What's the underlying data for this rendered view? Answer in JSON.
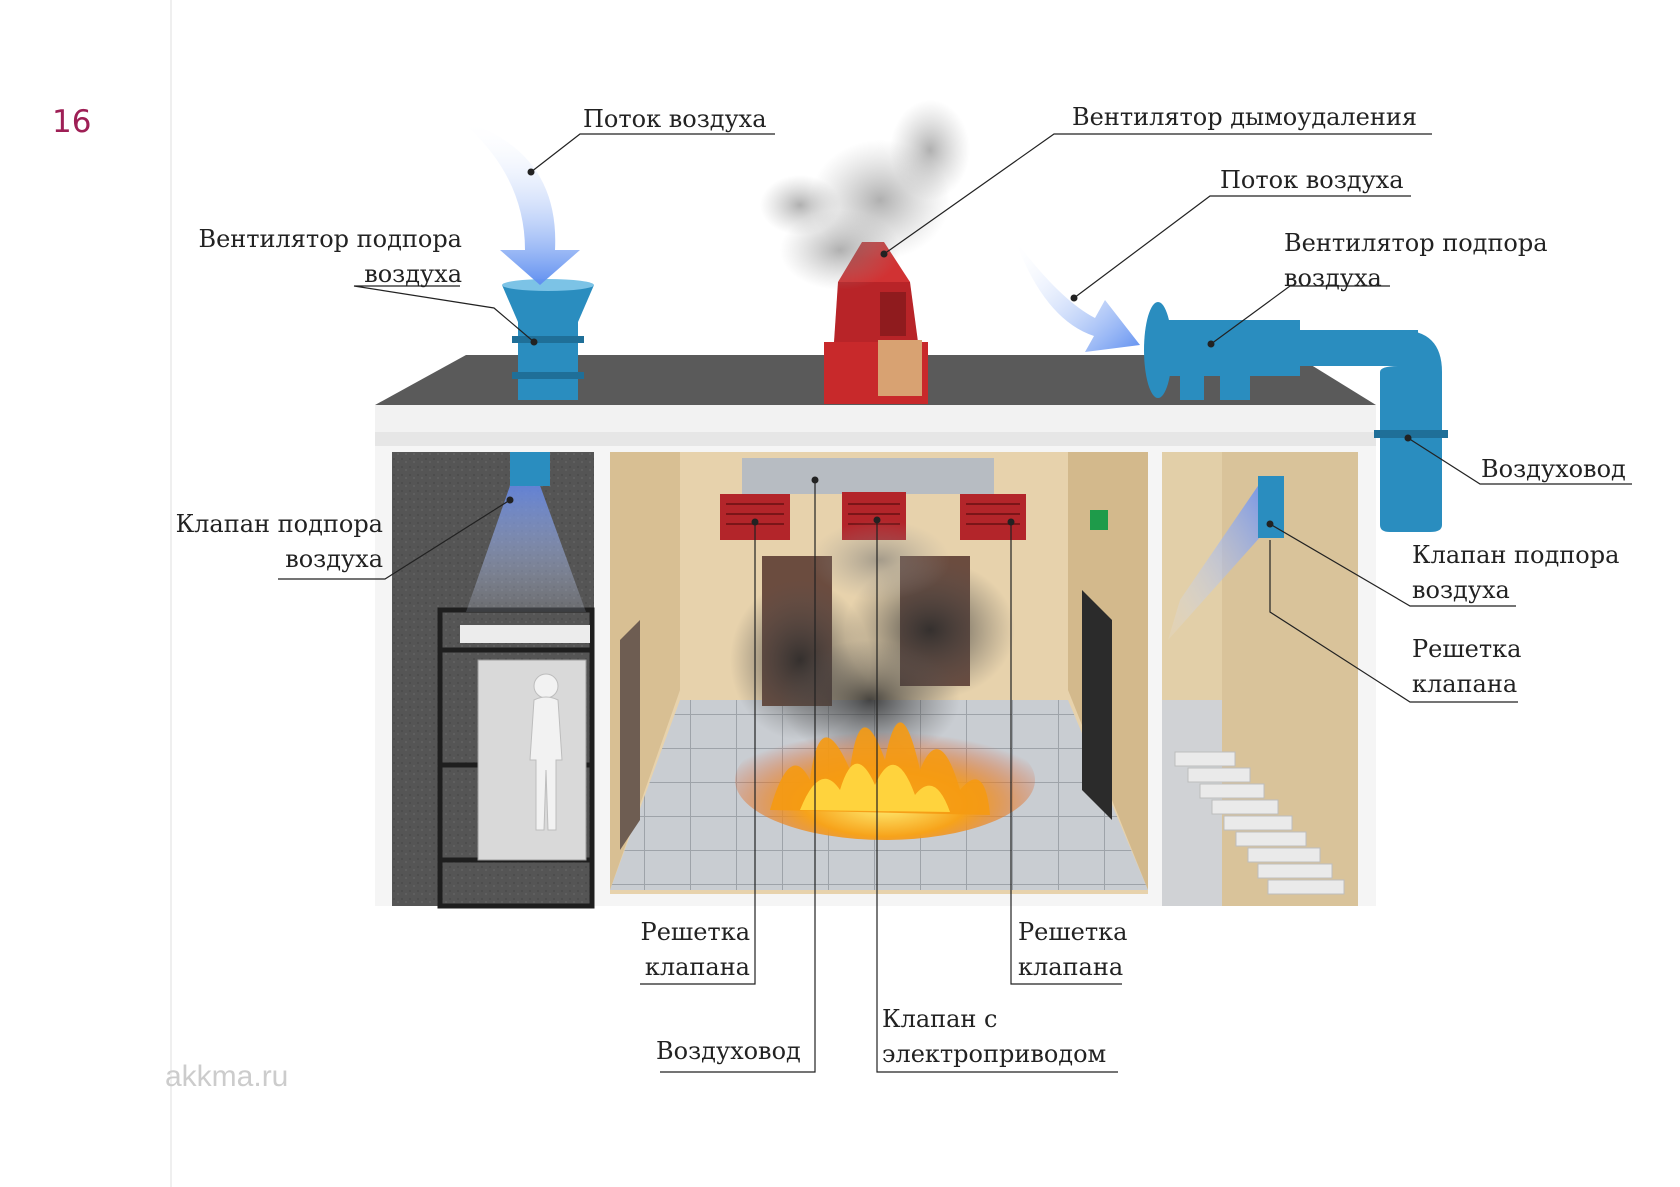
{
  "page_number": "16",
  "watermark": "akkma.ru",
  "labels": {
    "airflow_top_left": "Поток воздуха",
    "smoke_exhaust_fan": "Вентилятор дымоудаления",
    "airflow_top_right": "Поток воздуха",
    "supply_fan_left": [
      "Вентилятор подпора",
      "воздуха"
    ],
    "supply_fan_right": [
      "Вентилятор подпора",
      "воздуха"
    ],
    "duct_right": "Воздуховод",
    "supply_valve_left": [
      "Клапан подпора",
      "воздуха"
    ],
    "supply_valve_right": [
      "Клапан подпора",
      "воздуха"
    ],
    "valve_grille_right": [
      "Решетка",
      "клапана"
    ],
    "valve_grille_bottom_left": [
      "Решетка",
      "клапана"
    ],
    "valve_grille_bottom_right": [
      "Решетка",
      "клапана"
    ],
    "duct_bottom": "Воздуховод",
    "motorized_valve": [
      "Клапан с",
      "электроприводом"
    ]
  },
  "colors": {
    "accent": "#9e1f55",
    "fan_blue": "#2a8dbf",
    "fan_red": "#c8292b",
    "airflow": "#8fb2f2",
    "fire": "#f59a12"
  }
}
